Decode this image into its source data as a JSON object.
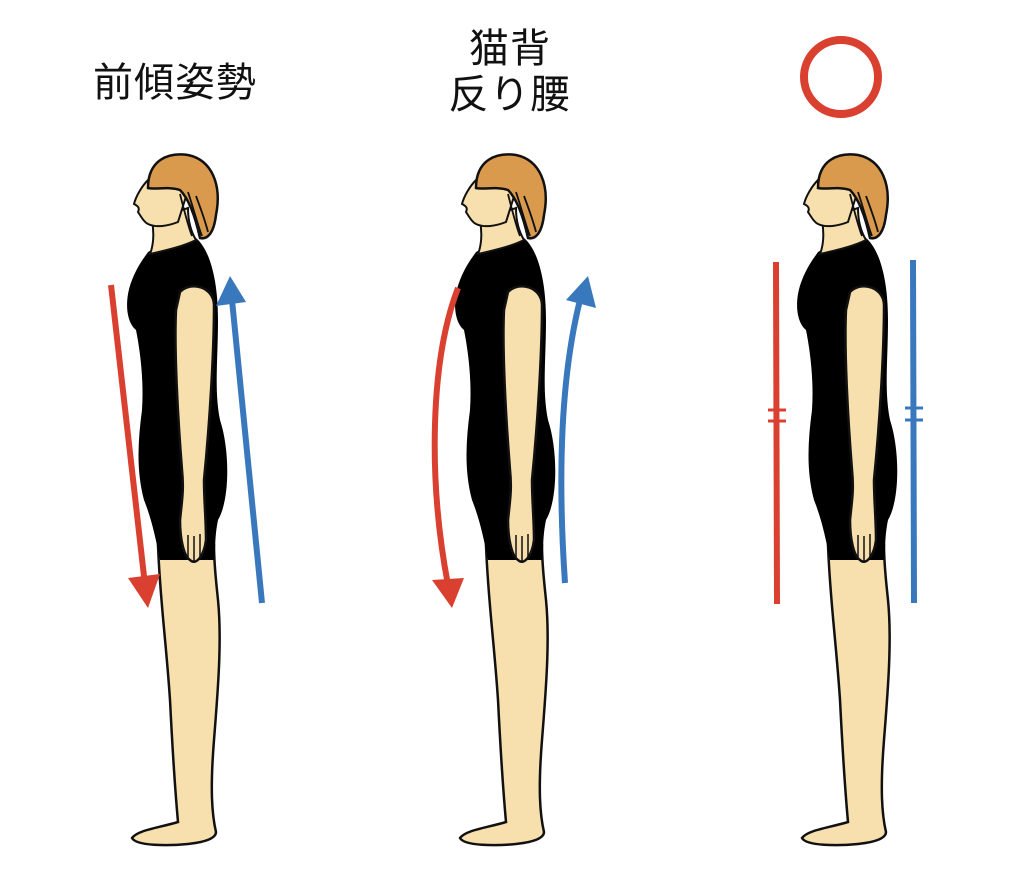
{
  "figures": [
    {
      "id": "forward-lean",
      "label_lines": [
        "前傾姿勢"
      ],
      "front_arrow": "down",
      "back_arrow": "up",
      "arrow_shape": "straight-tilted"
    },
    {
      "id": "rounded-back-swayback",
      "label_lines": [
        "猫背",
        "反り腰"
      ],
      "front_arrow": "down",
      "back_arrow": "up",
      "arrow_shape": "curved"
    },
    {
      "id": "correct-posture",
      "label_symbol": "circle-ok",
      "front_line": "vertical-equal-mark",
      "back_line": "vertical-equal-mark"
    }
  ],
  "colors": {
    "front_line": "#d9402f",
    "back_line": "#3a78bd",
    "ok_circle": "#d9402f",
    "skin": "#f7dfae",
    "hair": "#d99a4e",
    "clothing": "#000000",
    "outline": "#111111"
  }
}
